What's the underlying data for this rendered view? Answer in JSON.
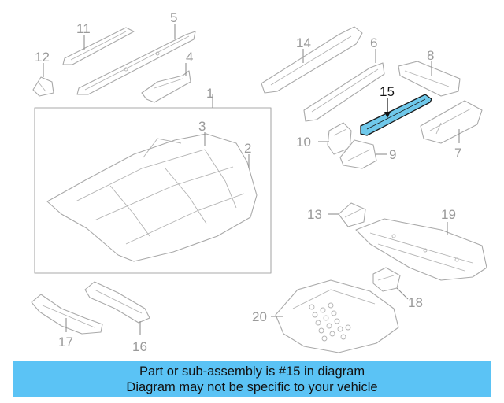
{
  "diagram": {
    "highlight_color": "#6fc8ea",
    "highlighted_part": "15",
    "callouts": [
      {
        "id": "c1",
        "label": "1"
      },
      {
        "id": "c2",
        "label": "2"
      },
      {
        "id": "c3",
        "label": "3"
      },
      {
        "id": "c4",
        "label": "4"
      },
      {
        "id": "c5",
        "label": "5"
      },
      {
        "id": "c6",
        "label": "6"
      },
      {
        "id": "c7",
        "label": "7"
      },
      {
        "id": "c8",
        "label": "8"
      },
      {
        "id": "c9",
        "label": "9"
      },
      {
        "id": "c10",
        "label": "10"
      },
      {
        "id": "c11",
        "label": "11"
      },
      {
        "id": "c12",
        "label": "12"
      },
      {
        "id": "c13",
        "label": "13"
      },
      {
        "id": "c14",
        "label": "14"
      },
      {
        "id": "c15",
        "label": "15"
      },
      {
        "id": "c16",
        "label": "16"
      },
      {
        "id": "c17",
        "label": "17"
      },
      {
        "id": "c18",
        "label": "18"
      },
      {
        "id": "c19",
        "label": "19"
      },
      {
        "id": "c20",
        "label": "20"
      }
    ]
  },
  "banner": {
    "line1": "Part or sub-assembly is #15 in diagram",
    "line2": "Diagram may not be specific to your vehicle",
    "background": "#5bc3f5"
  }
}
